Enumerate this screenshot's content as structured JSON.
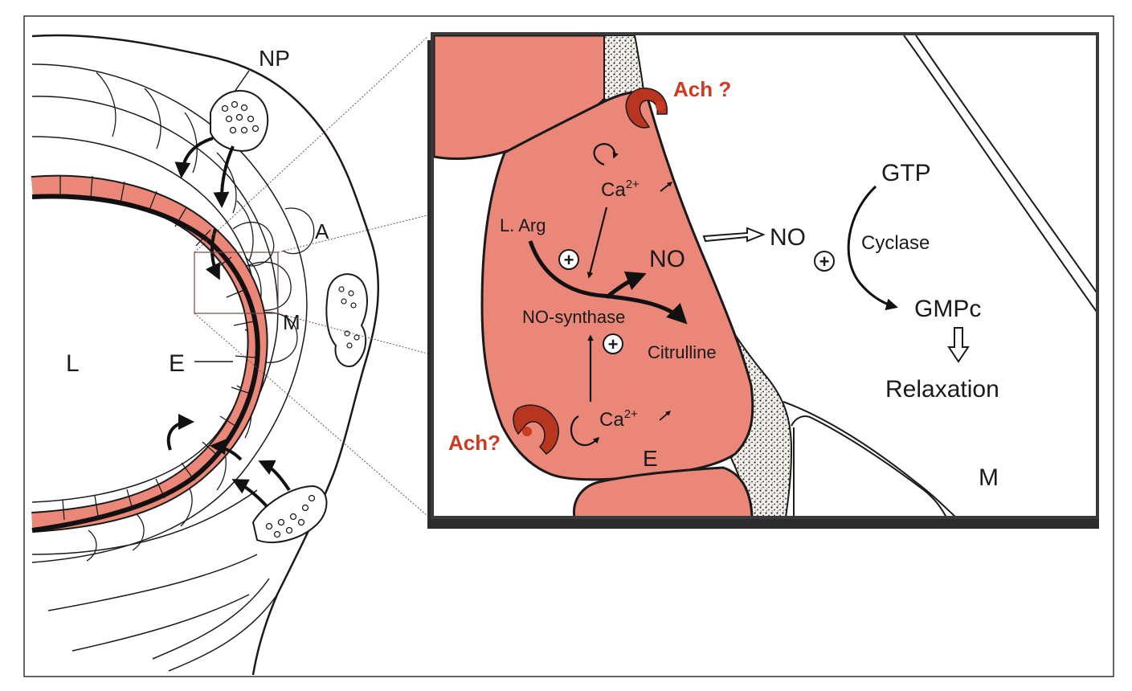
{
  "overview": {
    "labels": {
      "np": "NP",
      "a": "A",
      "m": "M",
      "l": "L",
      "e": "E"
    }
  },
  "inset": {
    "labels": {
      "ach_top": "Ach ?",
      "ach_bottom": "Ach?",
      "ca_top": "Ca",
      "ca_bottom": "Ca",
      "ca_charge": "2+",
      "l_arg": "L. Arg",
      "no_inside": "NO",
      "no_outside": "NO",
      "no_synthase": "NO-synthase",
      "citrulline": "Citrulline",
      "e": "E",
      "gtp": "GTP",
      "cyclase": "Cyclase",
      "gmpc": "GMPc",
      "relaxation": "Relaxation",
      "m": "M",
      "plus": "+"
    }
  },
  "colors": {
    "endothelium_fill": "#ea8778",
    "receptor_red": "#b8361f",
    "label_red": "#cc3a22",
    "outline": "#1a1a1a",
    "basement_membrane": "#f4f1ec"
  }
}
